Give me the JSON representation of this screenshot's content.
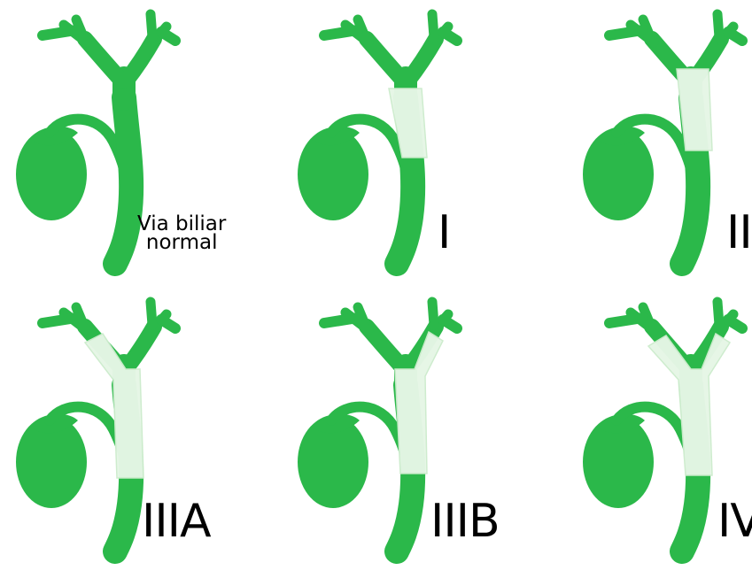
{
  "figure": {
    "colors": {
      "duct": "#2bb84a",
      "duct_dark": "#1f9a3a",
      "lesion": "#e4f5e4",
      "lesion_edge": "#c9ecc9",
      "label": "#000000",
      "background": "#ffffff"
    },
    "panels": [
      {
        "label_line1": "Via biliar",
        "label_line2": "normal",
        "lesion_extent": "none"
      },
      {
        "label": "I",
        "lesion_extent": "common hepatic duct, distal"
      },
      {
        "label": "II",
        "lesion_extent": "common hepatic duct up to confluence"
      },
      {
        "label": "IIIA",
        "lesion_extent": "confluence and right hepatic duct"
      },
      {
        "label": "IIIB",
        "lesion_extent": "confluence and left hepatic duct"
      },
      {
        "label": "IV",
        "lesion_extent": "confluence and both hepatic ducts"
      }
    ]
  }
}
